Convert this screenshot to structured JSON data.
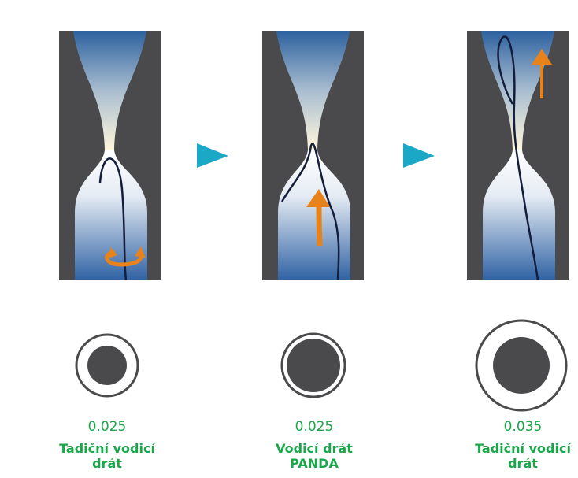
{
  "colors": {
    "accent_green": "#1aa64a",
    "arrow_cyan": "#1ba7c6",
    "orange": "#e8821a",
    "wall_gray": "#4a4a4c",
    "wire_navy": "#141e3c"
  },
  "steps": [
    {
      "size": "0.025",
      "label_line1": "Tadiční vodicí",
      "label_line2": "drát",
      "wire_to_lumen_ratio": 0.63
    },
    {
      "size": "0.025",
      "label_line1": "Vodicí drát",
      "label_line2": "PANDA",
      "wire_to_lumen_ratio": 0.83
    },
    {
      "size": "0.035",
      "label_line1": "Tadiční vodicí",
      "label_line2": "drát",
      "wire_to_lumen_ratio": 0.62
    }
  ]
}
